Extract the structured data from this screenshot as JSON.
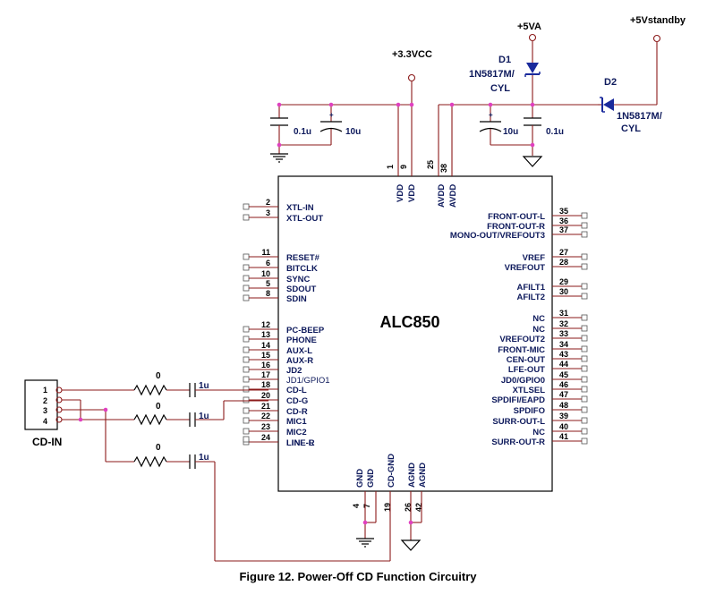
{
  "figure": {
    "caption": "Figure 12. Power-Off CD Function Circuitry",
    "chip_name": "ALC850",
    "power_nets": {
      "v33": "+3.3VCC",
      "v5a": "+5VA",
      "v5sb": "+5Vstandby"
    },
    "components": {
      "d1_ref": "D1",
      "d1_part": "1N5817M/",
      "d1_pkg": "CYL",
      "d2_ref": "D2",
      "d2_part": "1N5817M/",
      "d2_pkg": "CYL",
      "c_01u_a": "0.1u",
      "c_10u_a": "10u",
      "c_10u_b": "10u",
      "c_01u_b": "0.1u",
      "r1": "0",
      "r2": "0",
      "r3": "0",
      "c_1u_1": "1u",
      "c_1u_2": "1u",
      "c_1u_3": "1u"
    },
    "connector": {
      "name": "CD-IN",
      "pins": [
        "1",
        "2",
        "3",
        "4"
      ]
    },
    "left_pins": [
      {
        "num": "2",
        "label": "XTL-IN"
      },
      {
        "num": "3",
        "label": "XTL-OUT"
      },
      {
        "num": "11",
        "label": "RESET#"
      },
      {
        "num": "6",
        "label": "BITCLK"
      },
      {
        "num": "10",
        "label": "SYNC"
      },
      {
        "num": "5",
        "label": "SDOUT"
      },
      {
        "num": "8",
        "label": "SDIN"
      },
      {
        "num": "12",
        "label": "PC-BEEP"
      },
      {
        "num": "13",
        "label": "PHONE"
      },
      {
        "num": "14",
        "label": "AUX-L"
      },
      {
        "num": "15",
        "label": "AUX-R"
      },
      {
        "num": "16",
        "label": "JD2"
      },
      {
        "num": "17",
        "label": "JD1/GPIO1"
      },
      {
        "num": "18",
        "label": "CD-L"
      },
      {
        "num": "20",
        "label": "CD-G"
      },
      {
        "num": "21",
        "label": "CD-R"
      },
      {
        "num": "22",
        "label": "MIC1"
      },
      {
        "num": "23",
        "label": "MIC2"
      },
      {
        "num": "24",
        "label": "LINE-L"
      },
      {
        "num": "",
        "label": "LINE-R"
      }
    ],
    "right_pins": [
      {
        "num": "35",
        "label": "FRONT-OUT-L"
      },
      {
        "num": "36",
        "label": "FRONT-OUT-R"
      },
      {
        "num": "37",
        "label": "MONO-OUT/VREFOUT3"
      },
      {
        "num": "27",
        "label": "VREF"
      },
      {
        "num": "28",
        "label": "VREFOUT"
      },
      {
        "num": "29",
        "label": "AFILT1"
      },
      {
        "num": "30",
        "label": "AFILT2"
      },
      {
        "num": "31",
        "label": "NC"
      },
      {
        "num": "32",
        "label": "NC"
      },
      {
        "num": "33",
        "label": "VREFOUT2"
      },
      {
        "num": "34",
        "label": "FRONT-MIC"
      },
      {
        "num": "43",
        "label": "CEN-OUT"
      },
      {
        "num": "44",
        "label": "LFE-OUT"
      },
      {
        "num": "45",
        "label": "JD0/GPIO0"
      },
      {
        "num": "46",
        "label": "XTLSEL"
      },
      {
        "num": "47",
        "label": "SPDIFI/EAPD"
      },
      {
        "num": "48",
        "label": "SPDIFO"
      },
      {
        "num": "39",
        "label": "SURR-OUT-L"
      },
      {
        "num": "40",
        "label": "NC"
      },
      {
        "num": "41",
        "label": "SURR-OUT-R"
      }
    ],
    "top_pins": [
      {
        "num": "1",
        "label": "VDD"
      },
      {
        "num": "9",
        "label": "VDD"
      },
      {
        "num": "25",
        "label": "AVDD"
      },
      {
        "num": "38",
        "label": "AVDD"
      }
    ],
    "bottom_pins": [
      {
        "num": "4",
        "label": "GND"
      },
      {
        "num": "7",
        "label": "GND"
      },
      {
        "num": "19",
        "label": "CD-GND"
      },
      {
        "num": "26",
        "label": "AGND"
      },
      {
        "num": "42",
        "label": "AGND"
      }
    ]
  }
}
